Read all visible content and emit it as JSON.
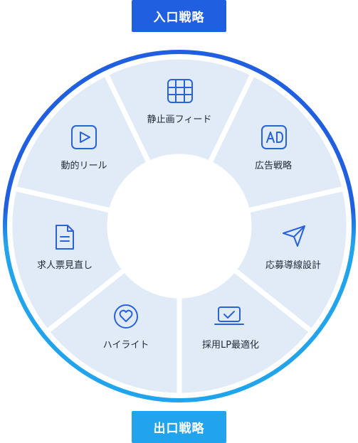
{
  "entry_strategy": {
    "label": "入口戦略",
    "color": "#1f5fe0"
  },
  "exit_strategy": {
    "label": "出口戦略",
    "color": "#22a4ec"
  },
  "segments": [
    {
      "id": "static-feed",
      "label": "静止画フィード",
      "icon": "grid-icon"
    },
    {
      "id": "ad-strategy",
      "label": "広告戦略",
      "icon": "ad-icon"
    },
    {
      "id": "application-funnel",
      "label": "応募導線設計",
      "icon": "send-icon"
    },
    {
      "id": "lp-optimization",
      "label": "採用LP最適化",
      "icon": "laptop-check-icon"
    },
    {
      "id": "highlights",
      "label": "ハイライト",
      "icon": "heart-icon"
    },
    {
      "id": "job-review",
      "label": "求人票見直し",
      "icon": "document-icon"
    },
    {
      "id": "reels",
      "label": "動的リール",
      "icon": "play-icon"
    }
  ],
  "colors": {
    "segment_fill": "#e1eaf7",
    "icon_stroke": "#2a63d8",
    "divider": "#ffffff"
  }
}
